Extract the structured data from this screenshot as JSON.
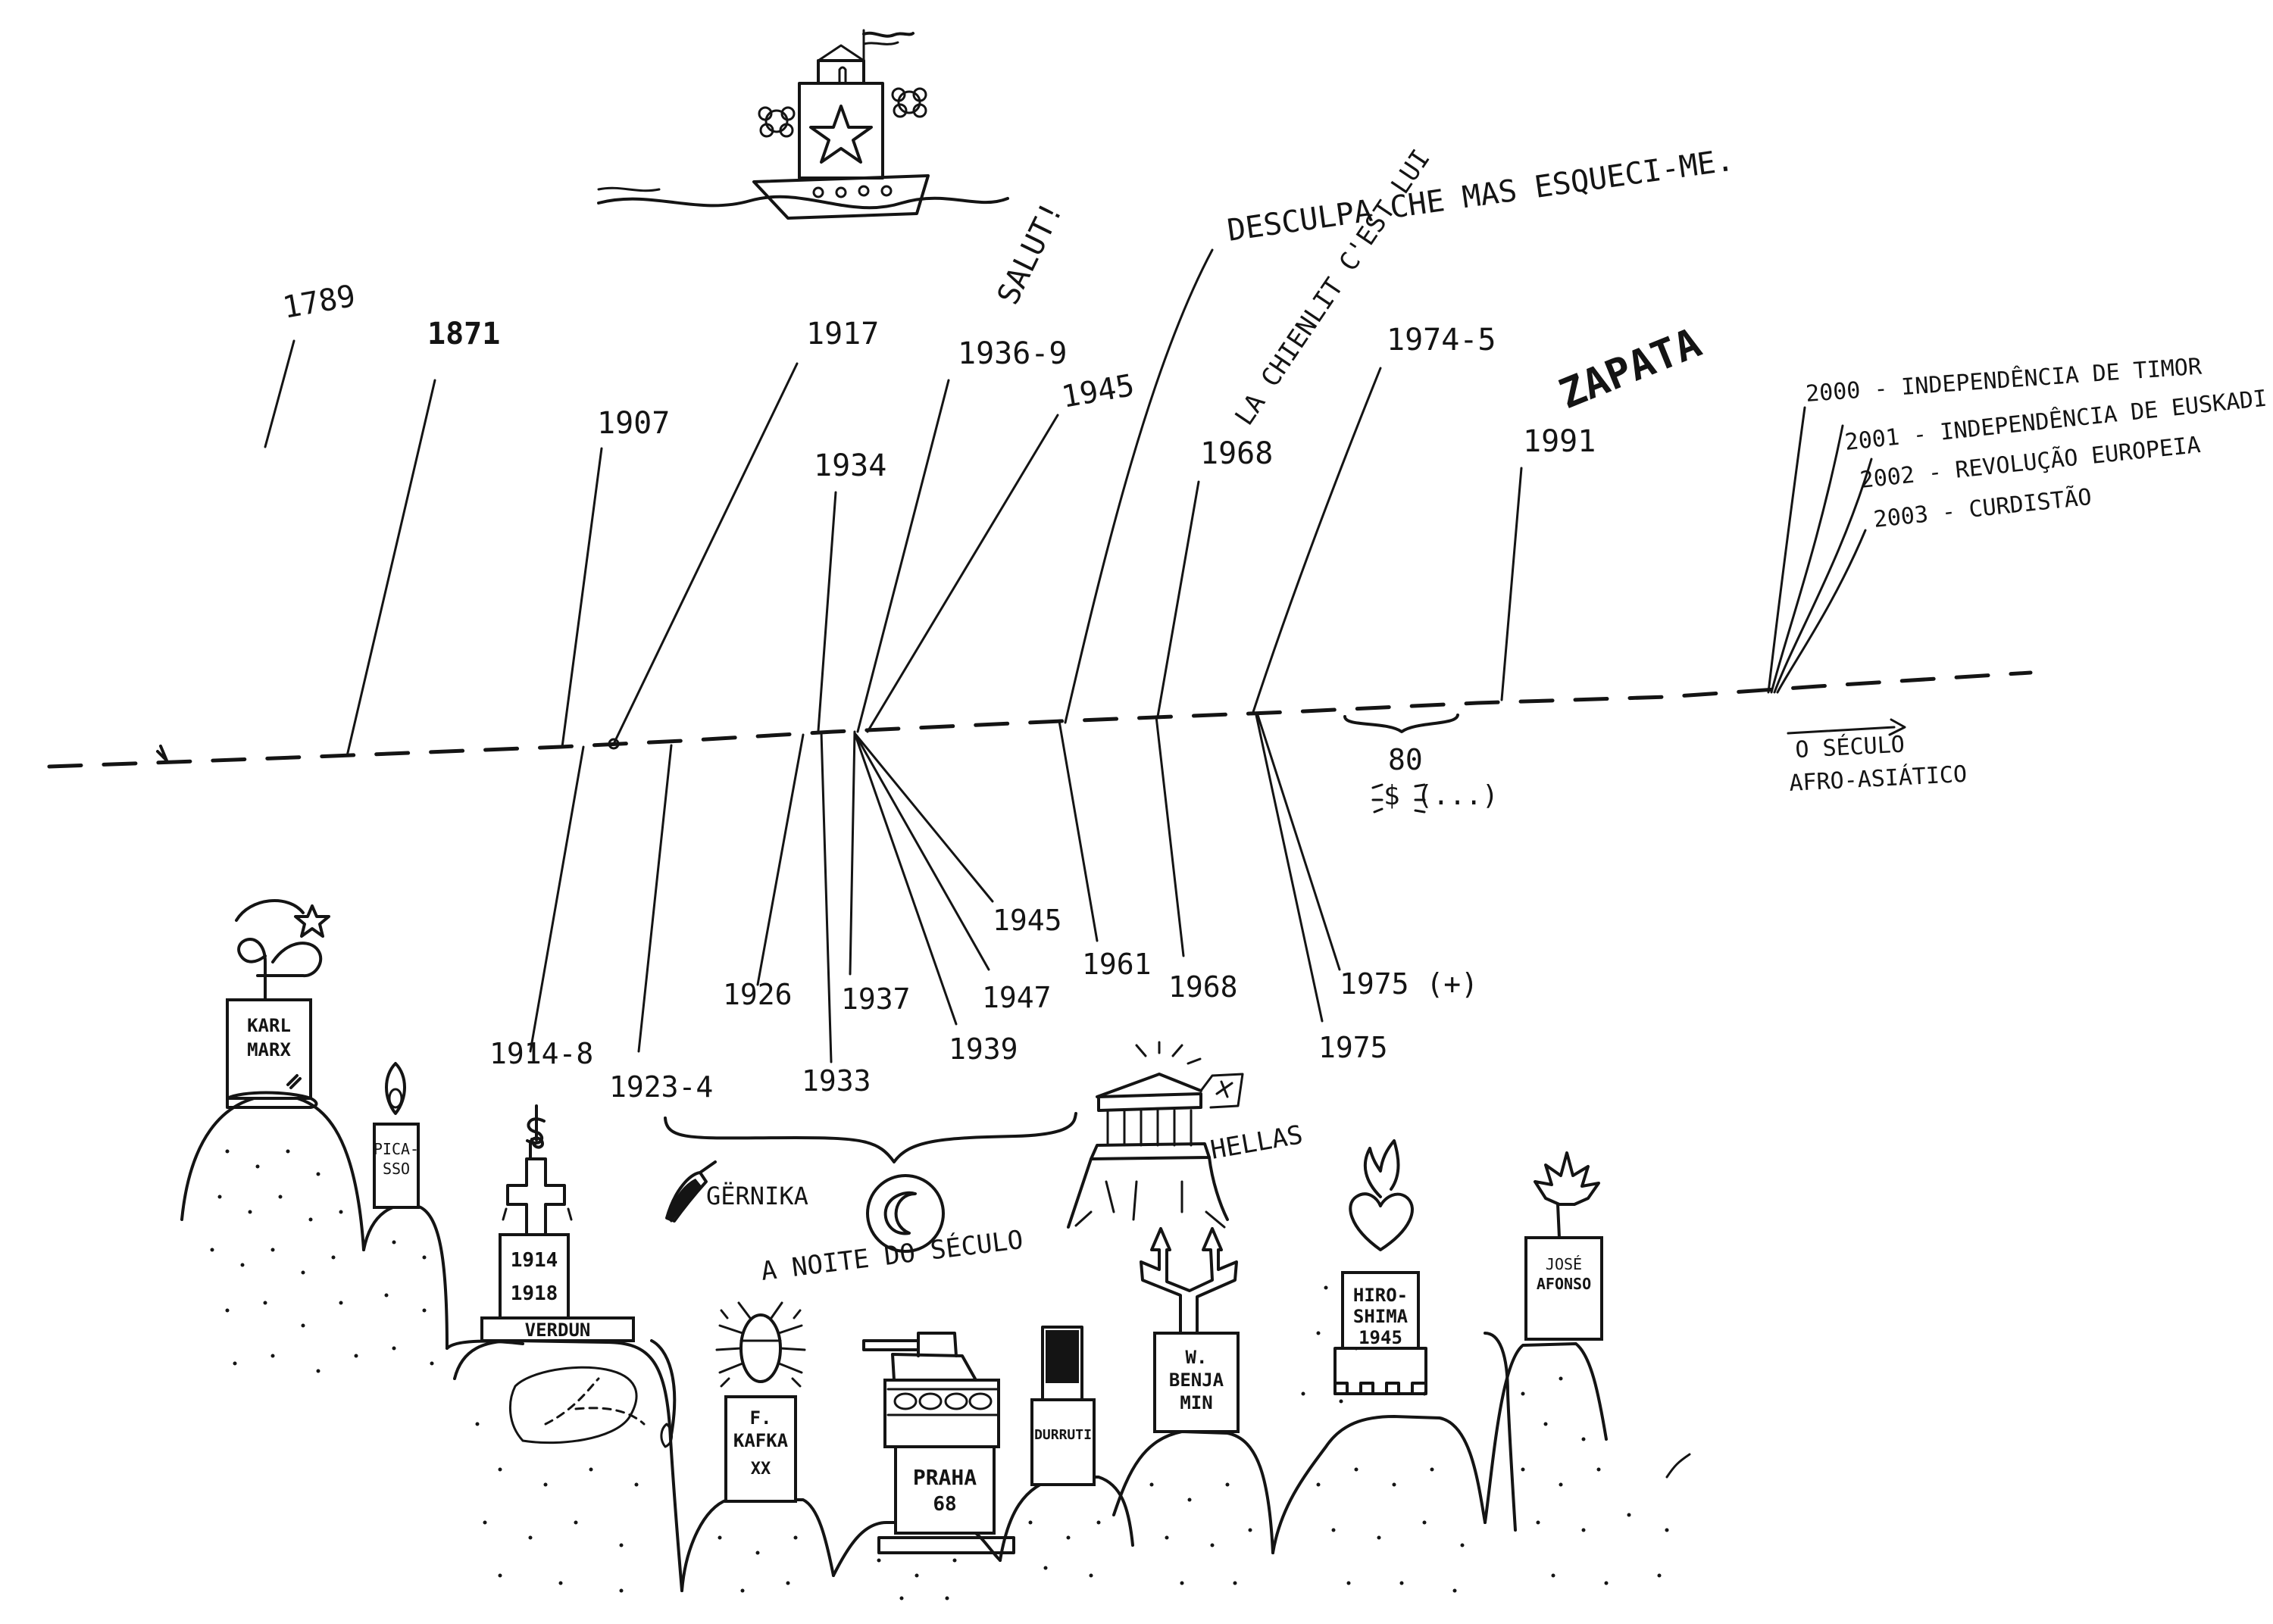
{
  "colors": {
    "ink": "#141414",
    "paper": "#ffffff"
  },
  "top": {
    "ship_icon": "ship-icon",
    "exclamation": "SALUT!",
    "apology": "DESCULPA CHE MAS ESQUECI-ME.",
    "chien": "LA CHIENLIT C'EST LUI",
    "zapata": "ZAPATA"
  },
  "years_above": {
    "y1789": "1789",
    "y1871": "1871",
    "y1907": "1907",
    "y1917": "1917",
    "y1934": "1934",
    "y1936": "1936-9",
    "y1945": "1945",
    "y1968": "1968",
    "y1974": "1974-5",
    "y1991": "1991"
  },
  "future": {
    "f2000": "2000 - INDEPENDÊNCIA DE TIMOR",
    "f2001": "2001 - INDEPENDÊNCIA DE EUSKADI",
    "f2002": "2002 - REVOLUÇÃO EUROPEIA",
    "f2003": "2003 - CURDISTÃO"
  },
  "eighties": {
    "label": "80",
    "note": "$ (...)"
  },
  "century": {
    "line1": "O SÉCULO",
    "line2": "AFRO-ASIÁTICO"
  },
  "years_below": {
    "y1914": "1914-8",
    "y1923": "1923-4",
    "y1926": "1926",
    "y1933": "1933",
    "y1937": "1937",
    "y1939": "1939",
    "y1947": "1947",
    "y1945b": "1945",
    "y1961": "1961",
    "y1968b": "1968",
    "y1975p": "1975 (+)",
    "y1975": "1975"
  },
  "middle": {
    "guernica": "GËRNIKA",
    "night": "A NOITE DO SÉCULO",
    "hellas": "HELLAS"
  },
  "tombs": {
    "marx1": "KARL",
    "marx2": "MARX",
    "picasso1": "PICA-",
    "picasso2": "SSO",
    "cross1": "1914",
    "cross2": "1918",
    "verdun": "VERDUN",
    "kafka1": "F.",
    "kafka2": "KAFKA",
    "kafka3": "XX",
    "praha1": "PRAHA",
    "praha2": "68",
    "durruti": "DURRUTI",
    "benja1": "W.",
    "benja2": "BENJA",
    "benja3": "MIN",
    "hiro1": "HIRO-",
    "hiro2": "SHIMA",
    "hiro3": "1945",
    "jose1": "JOSÉ",
    "jose2": "AFONSO"
  }
}
